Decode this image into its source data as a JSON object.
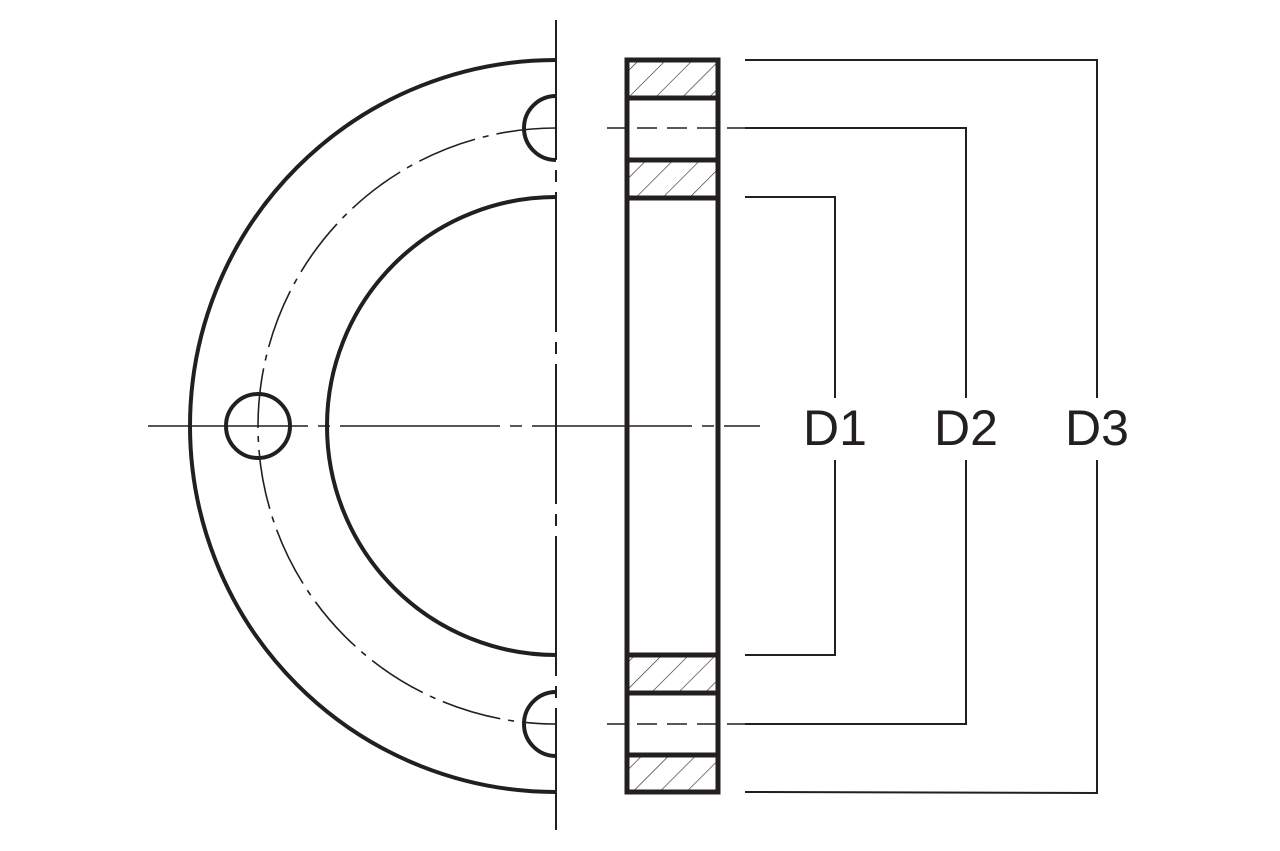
{
  "diagram": {
    "labels": {
      "d1": "D1",
      "d2": "D2",
      "d3": "D3"
    },
    "colors": {
      "line": "#231f20",
      "background": "#ffffff"
    }
  }
}
